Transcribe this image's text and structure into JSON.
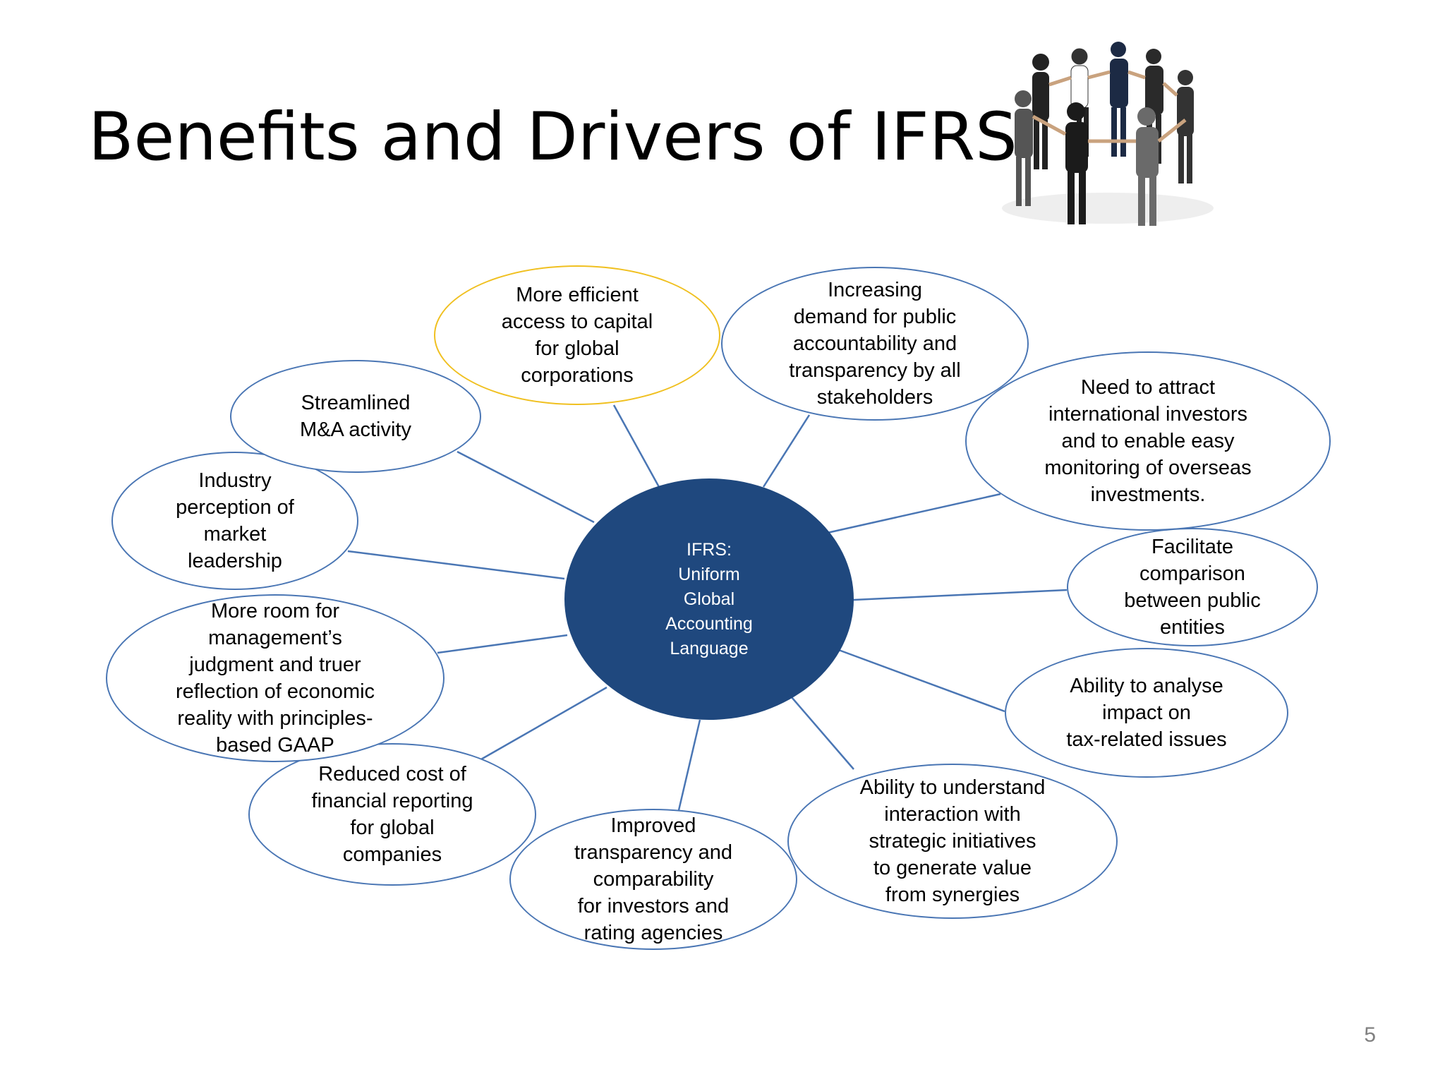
{
  "slide": {
    "title": "Benefits and Drivers of IFRS",
    "page_number": "5",
    "accent_color": "#1f487e",
    "outline_color": "#4a76b4",
    "highlight_color": "#f0c020"
  },
  "image": {
    "subject": "people-holding-hands-in-circle"
  },
  "diagram": {
    "center": {
      "label": "IFRS:\nUniform\nGlobal\nAccounting\nLanguage"
    },
    "nodes": [
      {
        "id": "efficient-capital",
        "label": "More efficient\naccess to capital\nfor global\ncorporations",
        "highlight": true
      },
      {
        "id": "public-accountability",
        "label": "Increasing\ndemand for public\naccountability and\ntransparency by all\nstakeholders"
      },
      {
        "id": "international-investors",
        "label": "Need to attract\ninternational investors\nand to enable easy\nmonitoring of overseas\ninvestments."
      },
      {
        "id": "facilitate-comparison",
        "label": "Facilitate\ncomparison\nbetween public\nentities"
      },
      {
        "id": "tax-analysis",
        "label": "Ability to analyse\nimpact on\ntax-related issues"
      },
      {
        "id": "strategic-initiatives",
        "label": "Ability to understand\ninteraction with\nstrategic initiatives\nto generate value\nfrom synergies"
      },
      {
        "id": "improved-transparency",
        "label": "Improved\ntransparency and\ncomparability\nfor investors and\nrating agencies"
      },
      {
        "id": "reduced-cost",
        "label": "Reduced cost of\nfinancial reporting\nfor global\ncompanies"
      },
      {
        "id": "management-judgment",
        "label": "More room for\nmanagement’s\njudgment and truer\nreflection of economic\nreality with principles-\nbased GAAP"
      },
      {
        "id": "industry-perception",
        "label": "Industry\nperception of\nmarket\nleadership"
      },
      {
        "id": "streamlined-ma",
        "label": "Streamlined\nM&A activity"
      }
    ]
  }
}
